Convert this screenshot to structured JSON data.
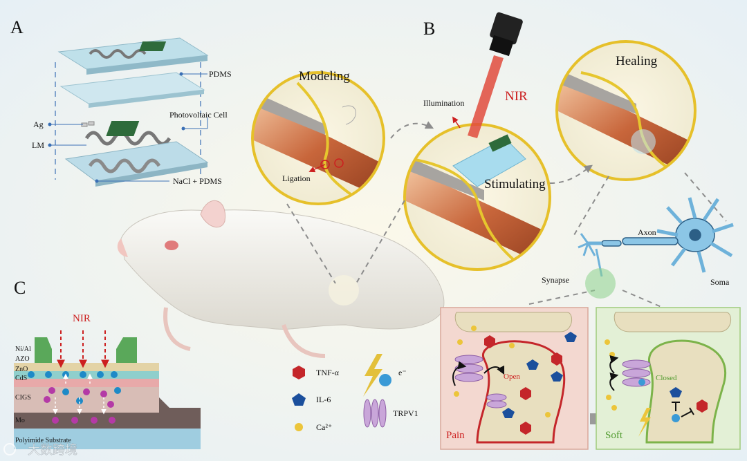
{
  "panels": {
    "a": "A",
    "b": "B",
    "c": "C"
  },
  "panel_a": {
    "pdms": "PDMS",
    "photovoltaic": "Photovoltaic Cell",
    "ag": "Ag",
    "lm": "LM",
    "nacl": "NaCl + PDMS"
  },
  "panel_b": {
    "modeling": "Modeling",
    "ligation": "Ligation",
    "illumination": "Illumination",
    "nir": "NIR",
    "stimulating": "Stimulating",
    "healing": "Healing",
    "axon": "Axon",
    "synapse": "Synapse",
    "soma": "Soma"
  },
  "panel_c": {
    "nir": "NIR",
    "layers": [
      "Ni/Al",
      "AZO",
      "ZnO",
      "CdS",
      "CIGS",
      "Mo",
      "Polyimide Substrate"
    ]
  },
  "legend": {
    "tnf": "TNF-α",
    "il6": "IL-6",
    "ca": "Ca²⁺",
    "electron": "e⁻",
    "trpv1": "TRPV1"
  },
  "synapse_boxes": {
    "pain": "Pain",
    "open": "Open",
    "soft": "Soft",
    "closed": "Closed"
  },
  "watermark": "大数跨境",
  "colors": {
    "circle_border": "#e6c02a",
    "pain_box": "#f3d8d0",
    "soft_box": "#e3f0d6",
    "nir_red": "#cc1f1f"
  }
}
